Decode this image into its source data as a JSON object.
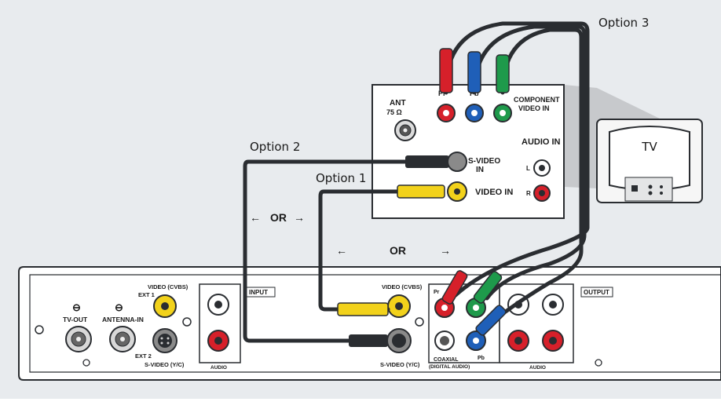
{
  "diagram": {
    "options": {
      "option1": "Option 1",
      "option2": "Option 2",
      "option3": "Option 3"
    },
    "or_labels": {
      "left": "OR",
      "middle": "OR"
    },
    "tv": {
      "label": "TV",
      "panel": {
        "ant": "ANT",
        "ant_ohm": "75 Ω",
        "component": "COMPONENT",
        "component_sub": "VIDEO IN",
        "pr": "Pr",
        "pb": "Pb",
        "svideo": "S-VIDEO",
        "svideo_sub": "IN",
        "video_in": "VIDEO IN",
        "audio_in": "AUDIO IN",
        "audio_l": "L",
        "audio_r": "R"
      }
    },
    "recorder": {
      "tv_out": "TV-OUT",
      "antenna_in": "ANTENNA-IN",
      "ext1_video": "VIDEO (CVBS)",
      "ext1": "EXT 1",
      "ext2": "EXT 2",
      "ext2_svideo": "S-VIDEO (Y/C)",
      "audio_left": "AUDIO",
      "input": "INPUT",
      "out_video": "VIDEO (CVBS)",
      "out_svideo": "S-VIDEO (Y/C)",
      "coaxial": "COAXIAL",
      "coaxial_sub": "(DIGITAL AUDIO)",
      "pr": "Pr",
      "pb": "Pb",
      "audio_right": "AUDIO",
      "output": "OUTPUT"
    }
  },
  "colors": {
    "background": "#e8ebee",
    "cable": "#2a2d31",
    "red": "#d6202a",
    "green": "#1e9a4b",
    "blue": "#1f5fb8",
    "yellow": "#f2d21b"
  }
}
